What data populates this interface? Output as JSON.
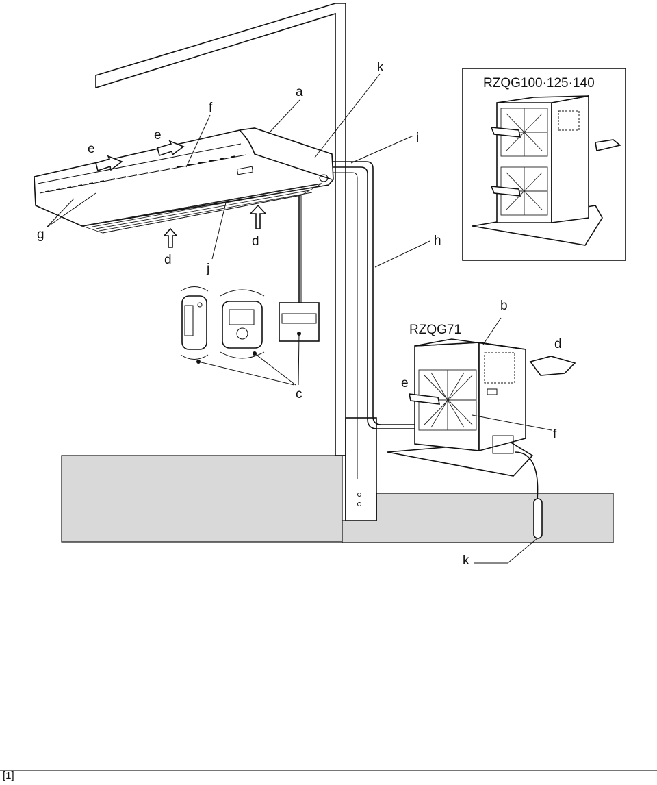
{
  "labels": {
    "a": "a",
    "b": "b",
    "c": "c",
    "d1": "d",
    "d2": "d",
    "d3": "d",
    "e1": "e",
    "e2": "e",
    "e3": "e",
    "f1": "f",
    "f2": "f",
    "g": "g",
    "h": "h",
    "i": "i",
    "j": "j",
    "k1": "k",
    "k2": "k"
  },
  "models": {
    "large": "RZQG100·125·140",
    "small": "RZQG71"
  },
  "footer": {
    "ref": "[1]"
  },
  "colors": {
    "ground": "#d9d9d9",
    "line": "#111111",
    "background": "#ffffff"
  }
}
